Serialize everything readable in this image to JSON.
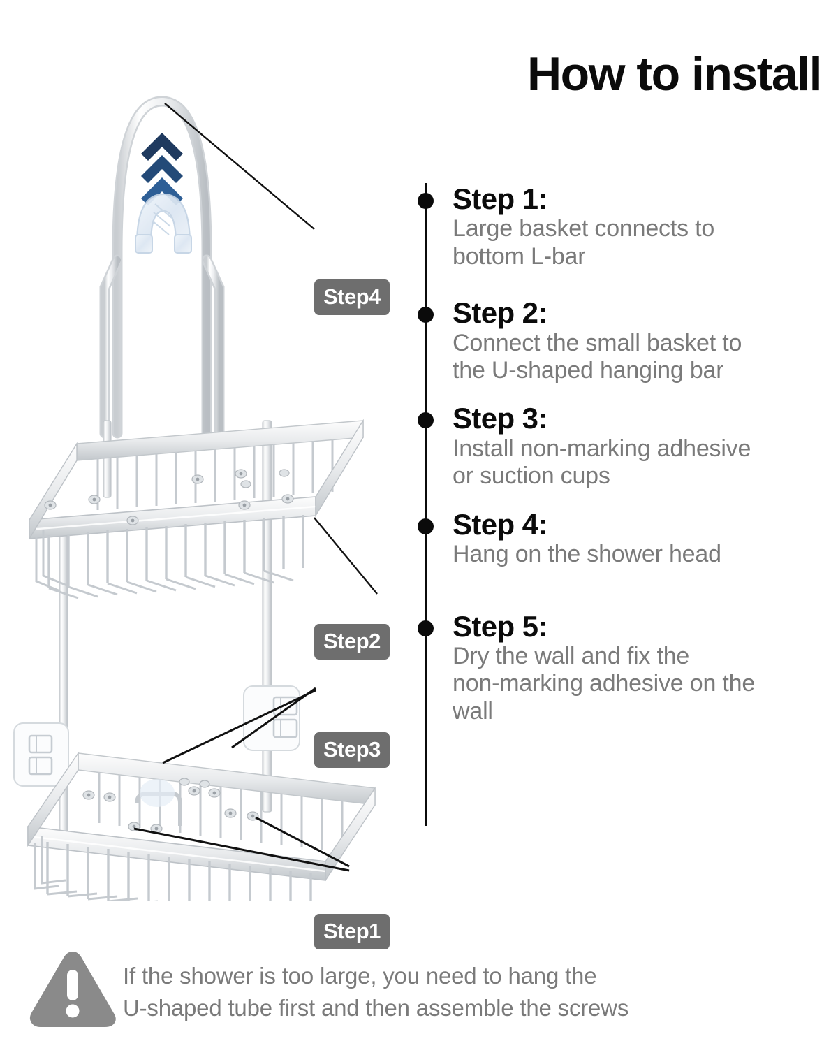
{
  "header": {
    "title": "How to install"
  },
  "diagram": {
    "badges": [
      {
        "id": "step4",
        "label": "Step4"
      },
      {
        "id": "step2",
        "label": "Step2"
      },
      {
        "id": "step3",
        "label": "Step3"
      },
      {
        "id": "step1",
        "label": "Step1"
      }
    ],
    "icons": {
      "chevrons": "chevron-up-arrows-icon",
      "silicone": "u-shaped-silicone-pad-icon",
      "adhesive_pad": "adhesive-sticker-icon"
    },
    "colors": {
      "chevron_dark": "#1f3a5f",
      "chevron_mid": "#234a78",
      "chevron_light": "#2e5f96",
      "metal_line": "#b8bcc0",
      "metal_fill": "#f2f3f4",
      "badge_bg": "#6e6e6e",
      "leader_line": "#111111"
    }
  },
  "steps": [
    {
      "heading": "Step 1:",
      "description_lines": [
        "Large basket connects to",
        "bottom L-bar"
      ]
    },
    {
      "heading": "Step 2:",
      "description_lines": [
        "Connect the small basket to",
        "the U-shaped hanging bar"
      ]
    },
    {
      "heading": "Step 3:",
      "description_lines": [
        "Install non-marking adhesive",
        "or suction cups"
      ]
    },
    {
      "heading": "Step 4:",
      "description_lines": [
        "Hang on the shower head"
      ]
    },
    {
      "heading": "Step 5:",
      "description_lines": [
        "Dry the wall and fix the",
        "non-marking adhesive on the",
        "wall"
      ]
    }
  ],
  "warning": {
    "icon": "warning-triangle-icon",
    "color": "#8a8a8a",
    "lines": [
      "If the shower is too large, you need to hang the",
      "U-shaped tube first and then assemble the screws"
    ]
  },
  "theme": {
    "background": "#ffffff",
    "text_dark": "#0b0b0b",
    "text_gray": "#7a7a7a",
    "timeline": "#0b0b0b"
  }
}
